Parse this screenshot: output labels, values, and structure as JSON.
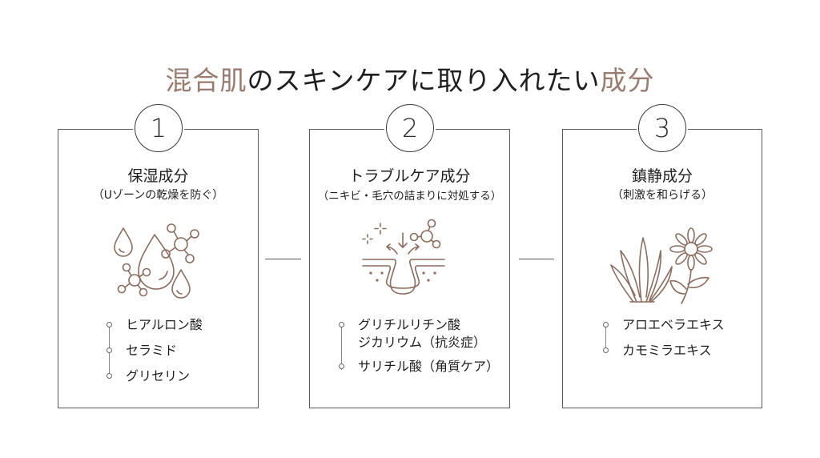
{
  "title": {
    "accent_start": "混合肌",
    "middle": "のスキンケアに取り入れたい",
    "accent_end": "成分"
  },
  "colors": {
    "accent": "#9a7b6f",
    "icon": "#8b6c5e",
    "border": "#5a5a5a",
    "text": "#1e1e1e"
  },
  "cards": [
    {
      "number": "1",
      "heading": "保湿成分",
      "subheading": "（Uゾーンの乾燥を防ぐ）",
      "icon": "water-drops-molecule-icon",
      "items": [
        "ヒアルロン酸",
        "セラミド",
        "グリセリン"
      ]
    },
    {
      "number": "2",
      "heading": "トラブルケア成分",
      "subheading": "（ニキビ・毛穴の詰まりに対処する）",
      "icon": "pore-care-icon",
      "items": [
        "グリチルリチン酸\nジカリウム（抗炎症）",
        "サリチル酸（角質ケア）"
      ]
    },
    {
      "number": "3",
      "heading": "鎮静成分",
      "subheading": "（刺激を和らげる）",
      "icon": "aloe-chamomile-icon",
      "items": [
        "アロエベラエキス",
        "カモミラエキス"
      ]
    }
  ]
}
